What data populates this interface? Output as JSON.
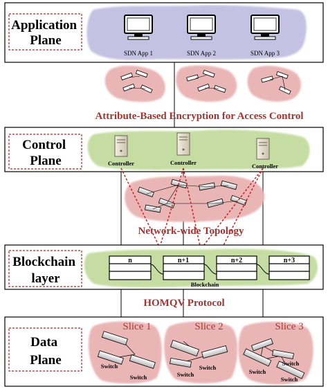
{
  "planes": {
    "application": [
      "Application",
      "Plane"
    ],
    "control": [
      "Control",
      "Plane"
    ],
    "blockchain": [
      "Blockchain",
      "layer"
    ],
    "data": [
      "Data",
      "Plane"
    ]
  },
  "apps": [
    "SDN App 1",
    "SDN App 2",
    "SDN App 3"
  ],
  "encryption_caption": "Attribute-Based Encryption for Access Control",
  "controllers": [
    "Controller",
    "Controller",
    "Controller"
  ],
  "topology_caption": "Network-wide Topology",
  "blocks": [
    "n",
    "n+1",
    "n+2",
    "n+3"
  ],
  "blockchain_caption": "Blockchain",
  "protocol_caption": "HOMQV Protocol",
  "slices": [
    "Slice 1",
    "Slice 2",
    "Slice 3"
  ],
  "switch_label": "Switch",
  "colors": {
    "app_cloud": "#c5c1e2",
    "control_cloud": "#c5dda2",
    "pink_cloud": "#e9b5b5",
    "caption_red": "#a8322f",
    "dashed_red": "#cc1f1f"
  }
}
